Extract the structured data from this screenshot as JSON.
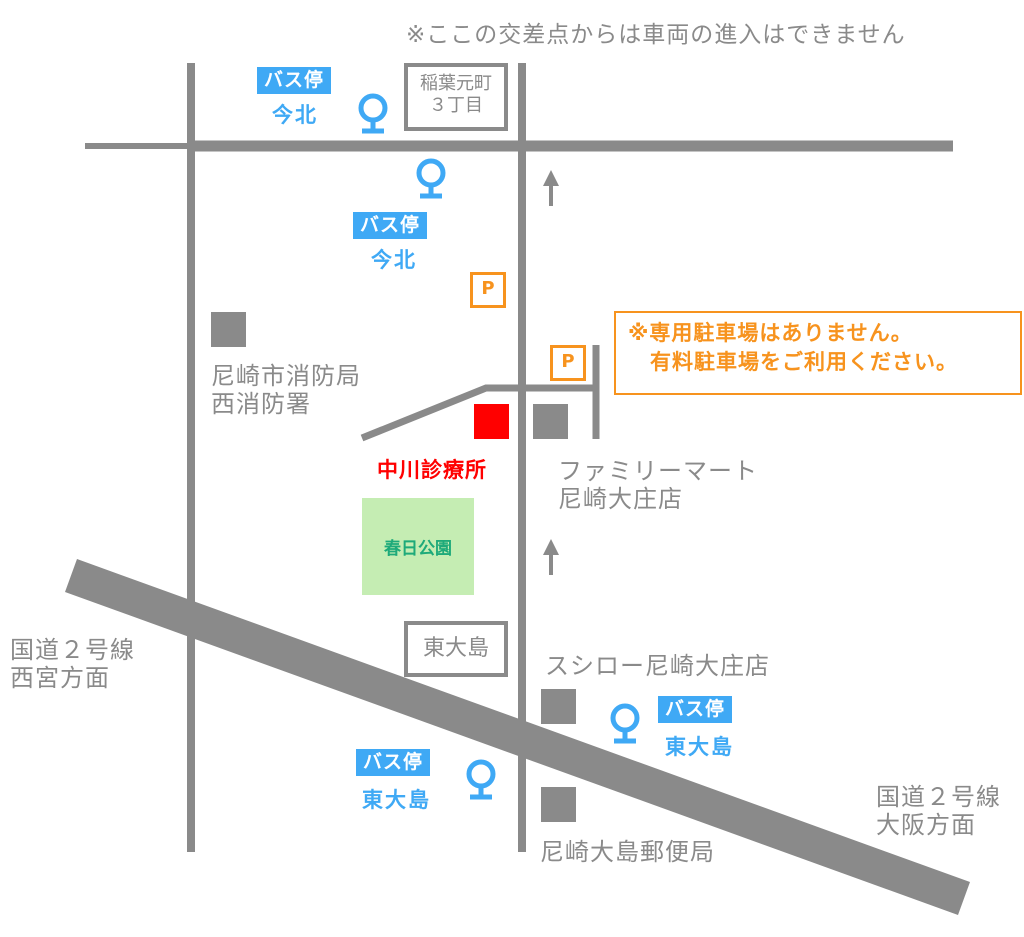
{
  "colors": {
    "road": "#8a8a8a",
    "bus": "#3fa9f5",
    "parking": "#f7931e",
    "clinic": "#ff0000",
    "park_fill": "#c5edb3",
    "park_text": "#1eaa7a"
  },
  "notice_no_entry": "※ここの交差点からは車両の進入はできません",
  "intersection_sign_top": {
    "line1": "稲葉元町",
    "line2": "３丁目"
  },
  "intersection_sign_bottom": "東大島",
  "bus_stops": [
    {
      "badge": "バス停",
      "name": "今北",
      "icon": "bus-stop-icon"
    },
    {
      "badge": "バス停",
      "name": "今北",
      "icon": "bus-stop-icon"
    },
    {
      "badge": "バス停",
      "name": "東大島",
      "icon": "bus-stop-icon"
    },
    {
      "badge": "バス停",
      "name": "東大島",
      "icon": "bus-stop-icon"
    }
  ],
  "parking": {
    "label": "P",
    "icon": "parking-icon"
  },
  "parking_notice": {
    "line1": "※専用駐車場はありません。",
    "line2": "有料駐車場をご利用ください。"
  },
  "landmarks": {
    "fire_station": {
      "line1": "尼崎市消防局",
      "line2": "西消防署"
    },
    "clinic": "中川診療所",
    "familymart": {
      "line1": "ファミリーマート",
      "line2": "尼崎大庄店"
    },
    "park": "春日公園",
    "sushiro": "スシロー尼崎大庄店",
    "post_office": "尼崎大島郵便局"
  },
  "route2_west": {
    "line1": "国道２号線",
    "line2": "西宮方面"
  },
  "route2_east": {
    "line1": "国道２号線",
    "line2": "大阪方面"
  },
  "arrows": [
    "arrow-up-icon",
    "arrow-up-icon"
  ]
}
